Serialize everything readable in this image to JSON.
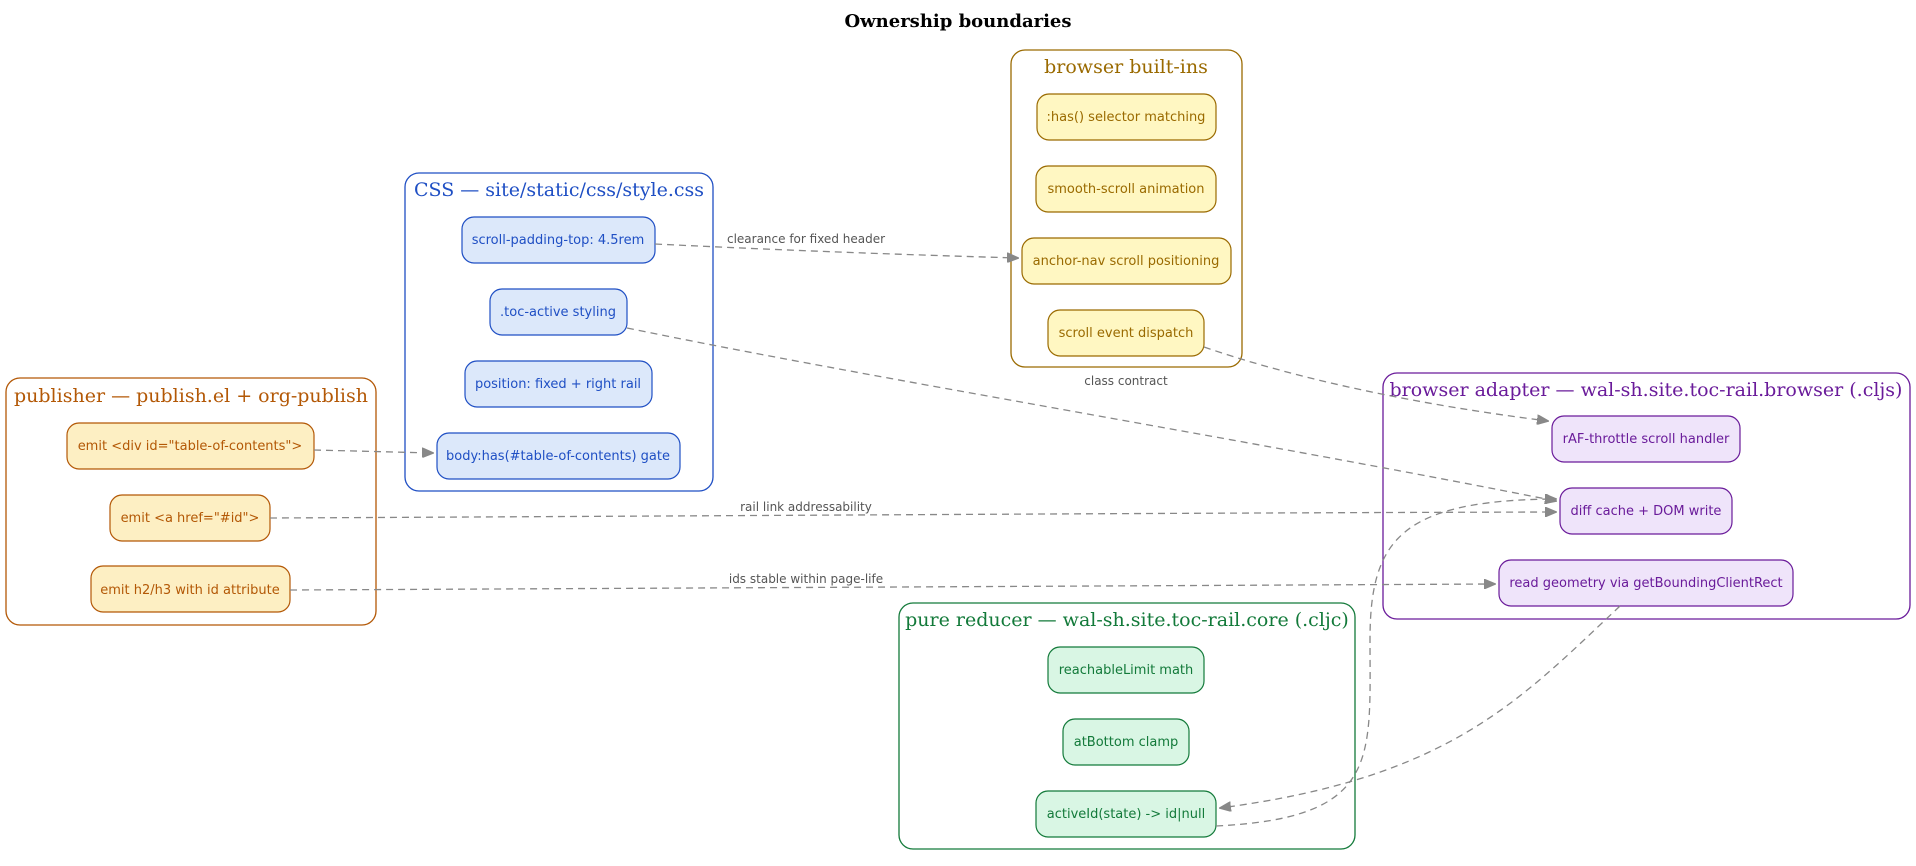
{
  "title": "Ownership boundaries",
  "colors": {
    "publisher": "#b35806",
    "css": "#1f4fc4",
    "browser": "#9a6a00",
    "adapter": "#6a1b9a",
    "core": "#137a3a",
    "edge": "#888888"
  },
  "clusters": {
    "publisher": {
      "label": "publisher — publish.el + org-publish",
      "nodes": {
        "emit_div": "emit <div id=\"table-of-contents\">",
        "emit_a": "emit <a href=\"#id\">",
        "emit_h": "emit h2/h3 with id attribute"
      }
    },
    "css": {
      "label": "CSS — site/static/css/style.css",
      "nodes": {
        "scroll_padding": "scroll-padding-top: 4.5rem",
        "toc_active": ".toc-active styling",
        "position_fixed": "position: fixed + right rail",
        "body_has": "body:has(#table-of-contents) gate"
      }
    },
    "browser": {
      "label": "browser built-ins",
      "nodes": {
        "has_selector": ":has() selector matching",
        "smooth_scroll": "smooth-scroll animation",
        "anchor_nav": "anchor-nav scroll positioning",
        "scroll_event": "scroll event dispatch"
      }
    },
    "adapter": {
      "label": "browser adapter — wal-sh.site.toc-rail.browser (.cljs)",
      "nodes": {
        "raf_throttle": "rAF-throttle scroll handler",
        "diff_cache": "diff cache + DOM write",
        "read_geometry": "read geometry via getBoundingClientRect"
      }
    },
    "core": {
      "label": "pure reducer — wal-sh.site.toc-rail.core (.cljc)",
      "nodes": {
        "reachable": "reachableLimit math",
        "at_bottom": "atBottom clamp",
        "active_id": "activeId(state) -> id|null"
      }
    }
  },
  "edge_labels": {
    "clearance": "clearance for fixed header",
    "class_contract": "class contract",
    "rail_link": "rail link addressability",
    "ids_stable": "ids stable within page-life"
  }
}
